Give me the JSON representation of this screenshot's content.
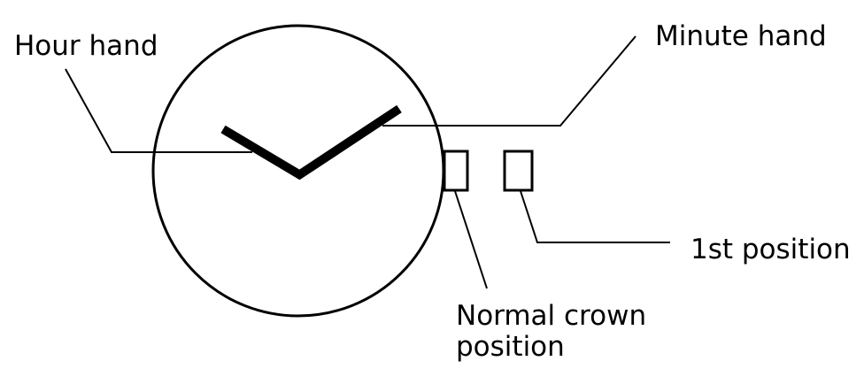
{
  "labels": {
    "hour_hand": "Hour hand",
    "minute_hand": "Minute hand",
    "first_position": "1st position",
    "normal_crown_line1": "Normal crown",
    "normal_crown_line2": "position"
  },
  "colors": {
    "stroke": "#000000",
    "background": "#ffffff"
  }
}
